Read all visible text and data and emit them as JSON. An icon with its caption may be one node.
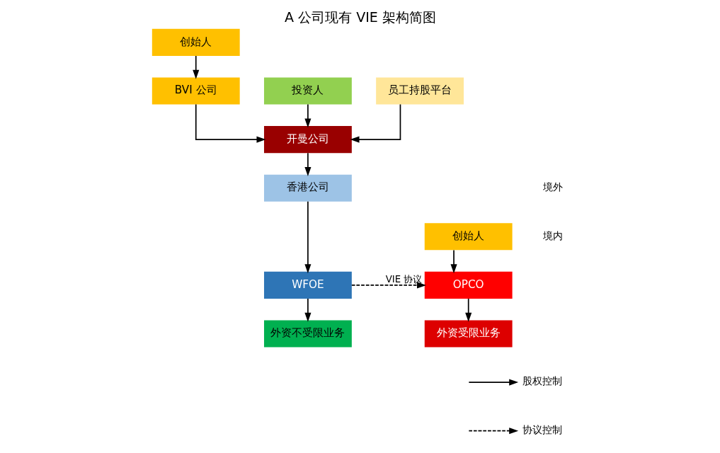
{
  "diagram": {
    "title": "A 公司现有 VIE 架构简图",
    "nodes": [
      {
        "text": [
          "创始人"
        ]
      },
      {
        "text": [
          "BVI 公司"
        ]
      },
      {
        "text": [
          "投资人"
        ]
      },
      {
        "text": [
          "员工持股平台"
        ]
      },
      {
        "text": [
          "开曼公司"
        ]
      },
      {
        "text": [
          "香港公司"
        ]
      },
      {
        "text": [
          "WFOE"
        ]
      },
      {
        "text": [
          "外资不受限业务"
        ]
      },
      {
        "text": [
          "创始人"
        ]
      },
      {
        "text": [
          "OPCO"
        ]
      },
      {
        "text": [
          "外资受限业务"
        ]
      }
    ],
    "edges": [
      {
        "from": 0,
        "to": 1,
        "arrow": "to"
      },
      {
        "from": 1,
        "to": 4,
        "arrow": "to"
      },
      {
        "from": 2,
        "to": 4,
        "arrow": "to"
      },
      {
        "from": 3,
        "to": 4,
        "arrow": "to"
      },
      {
        "from": 4,
        "to": 5,
        "arrow": "to"
      },
      {
        "from": 5,
        "to": 6,
        "arrow": "to"
      },
      {
        "from": 6,
        "to": 9,
        "arrow": "to",
        "label": "VIE 协议",
        "style": "dashed"
      },
      {
        "from": 6,
        "to": 7,
        "arrow": "to"
      },
      {
        "from": 8,
        "to": 9,
        "arrow": "to"
      },
      {
        "from": 9,
        "to": 10,
        "arrow": "to"
      }
    ],
    "labels": [
      "境外",
      "境内"
    ],
    "legend": [
      {
        "text": "股权控制"
      },
      {
        "text": "协议控制"
      }
    ]
  }
}
